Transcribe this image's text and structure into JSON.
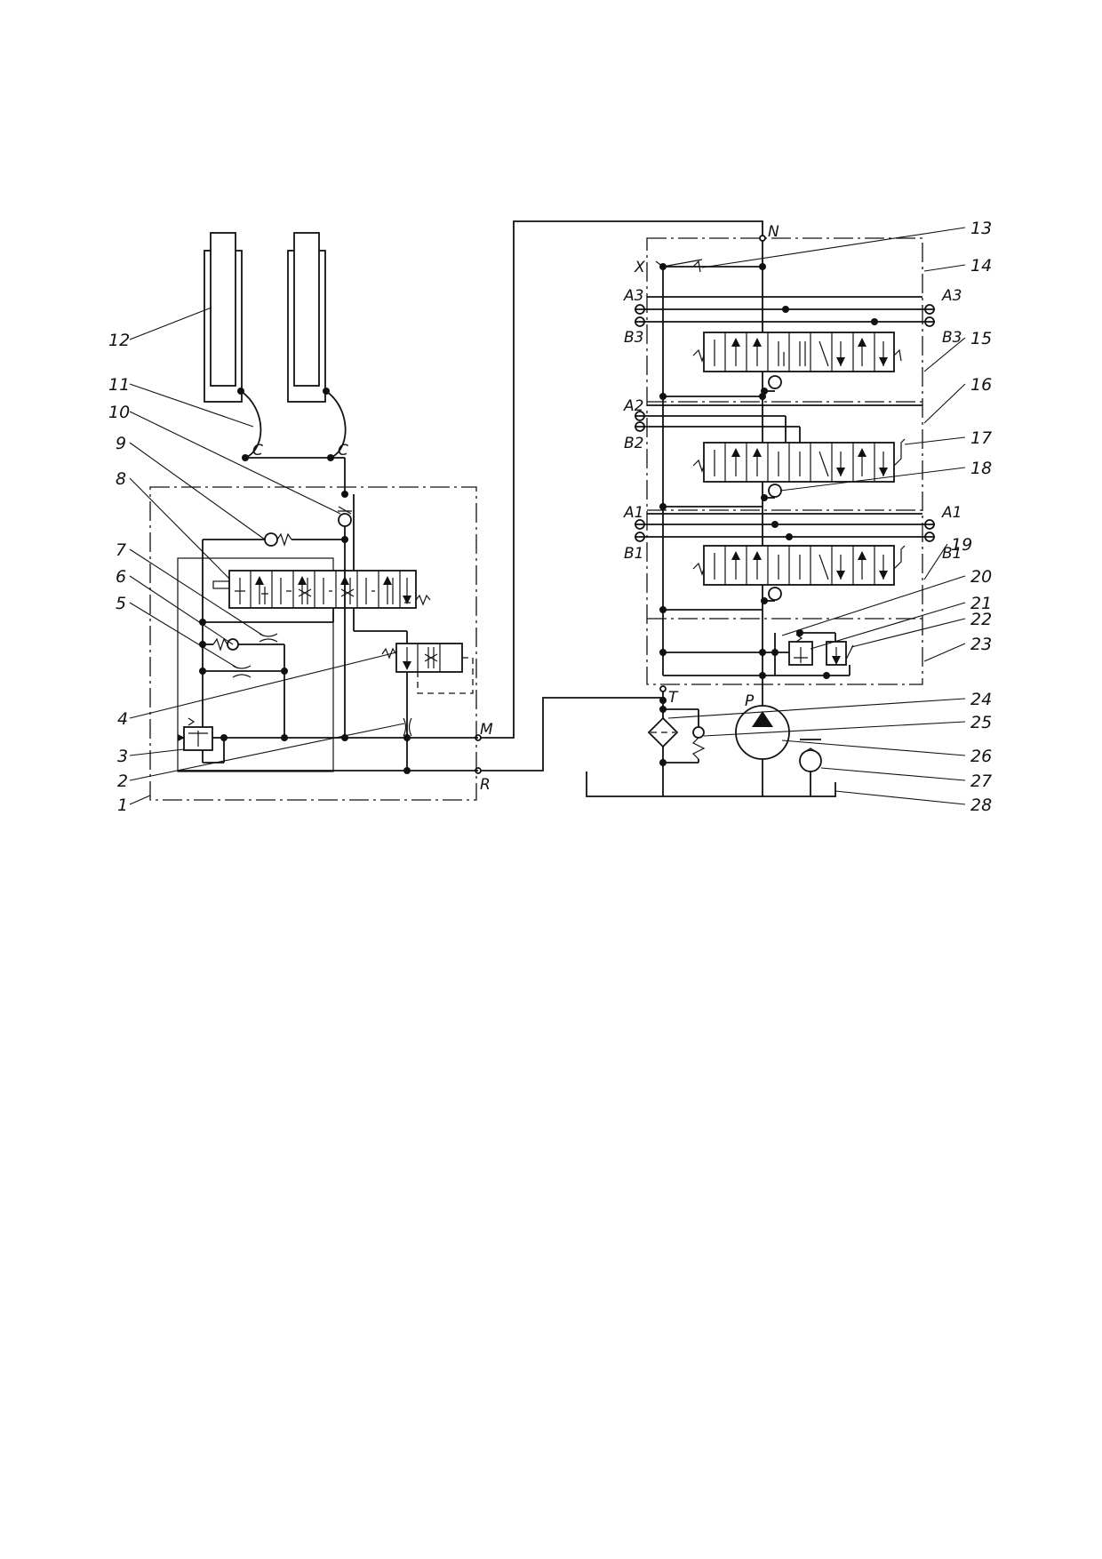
{
  "part_numbers": [
    "1",
    "2",
    "3",
    "4",
    "5",
    "6",
    "7",
    "8",
    "9",
    "10",
    "11",
    "12",
    "13",
    "14",
    "15",
    "16",
    "17",
    "18",
    "19",
    "20",
    "21",
    "22",
    "23",
    "24",
    "25",
    "26",
    "27",
    "28"
  ],
  "port_labels": {
    "N": "N",
    "X": "X",
    "A3_left": "A3",
    "A3_right": "A3",
    "B3_left": "B3",
    "B3_right": "B3",
    "A2": "A2",
    "B2": "B2",
    "A1_left": "A1",
    "A1_right": "A1",
    "B1_left": "B1",
    "B1_right": "B1",
    "C_left": "C",
    "C_right": "C",
    "M": "M",
    "R": "R",
    "T": "T",
    "P": "P"
  }
}
